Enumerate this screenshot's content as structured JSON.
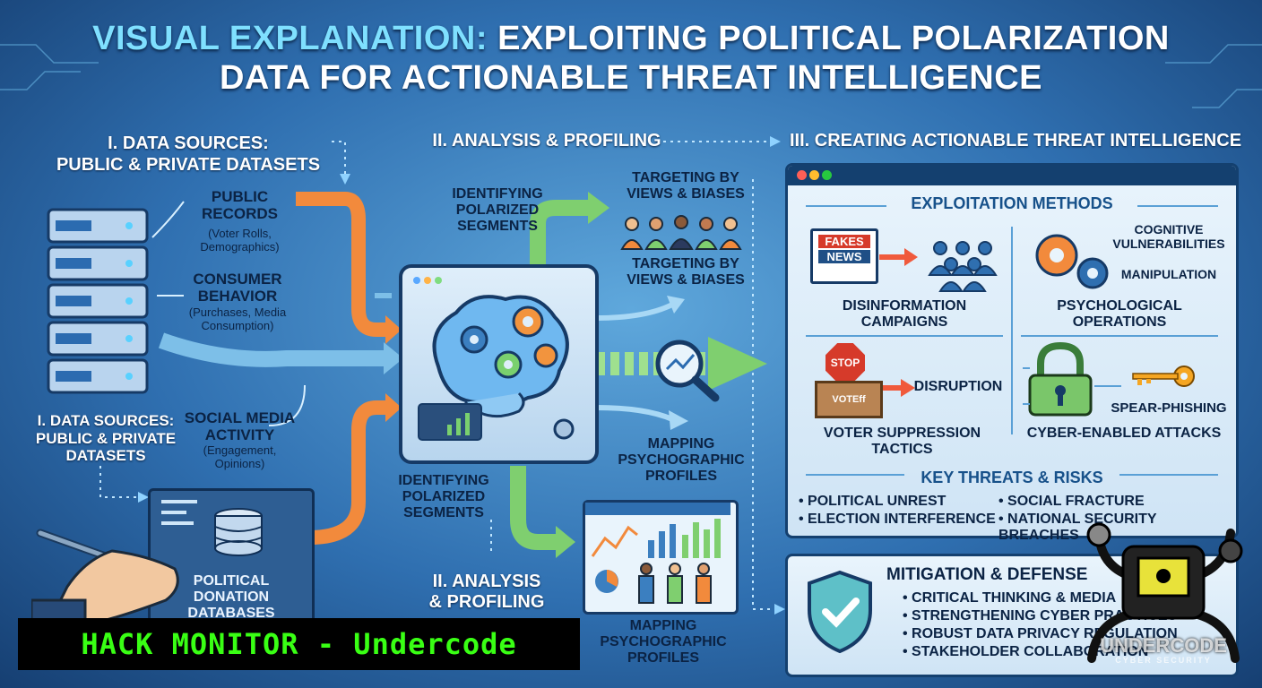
{
  "title": {
    "prefix": "VISUAL EXPLANATION:",
    "line1_rest": " EXPLOITING POLITICAL POLARIZATION",
    "line2": "DATA FOR ACTIONABLE THREAT INTELLIGENCE"
  },
  "sections": {
    "data_sources": "I. DATA SOURCES:\nPUBLIC & PRIVATE DATASETS",
    "data_sources_repeat": "I. DATA SOURCES:\nPUBLIC & PRIVATE\nDATASETS",
    "analysis": "II. ANALYSIS & PROFILING",
    "analysis_repeat": "II. ANALYSIS\n& PROFILING",
    "threat_intel": "III. CREATING ACTIONABLE THREAT INTELLIGENCE"
  },
  "sources": [
    {
      "label": "PUBLIC\nRECORDS",
      "sub": "(Voter Rolls,\nDemographics)"
    },
    {
      "label": "CONSUMER\nBEHAVIOR",
      "sub": "(Purchases, Media\nConsumption)"
    },
    {
      "label": "SOCIAL MEDIA\nACTIVITY",
      "sub": "(Engagement,\nOpinions)"
    },
    {
      "label": "POLITICAL\nDONATION\nDATABASES",
      "sub": ""
    }
  ],
  "analysis_labels": {
    "identifying_top": "IDENTIFYING\nPOLARIZED\nSEGMENTS",
    "identifying_bottom": "IDENTIFYING\nPOLARIZED\nSEGMENTS",
    "targeting_top": "TARGETING BY\nVIEWS & BIASES",
    "targeting_mid": "TARGETING BY\nVIEWS & BIASES",
    "mapping_mid": "MAPPING\nPSYCHOGRAPHIC\nPROFILES",
    "mapping_bottom": "MAPPING\nPSYCHOGRAPHIC\nPROFILES"
  },
  "exploitation": {
    "header": "EXPLOITATION METHODS",
    "fake_news_line1": "FAKES",
    "fake_news_line2": "NEWS",
    "disinformation": "DISINFORMATION\nCAMPAIGNS",
    "cognitive": "COGNITIVE\nVULNERABILITIES",
    "manipulation": "MANIPULATION",
    "psyops": "PSYCHOLOGICAL\nOPERATIONS",
    "stop_sign": "STOP",
    "voter_box": "VOTEff",
    "disruption": "DISRUPTION",
    "voter_suppression": "VOTER SUPPRESSION TACTICS",
    "spear_phishing": "SPEAR-PHISHING",
    "cyber_attacks": "CYBER-ENABLED ATTACKS"
  },
  "threats": {
    "header": "KEY THREATS & RISKS",
    "items": [
      "POLITICAL UNREST",
      "SOCIAL FRACTURE",
      "ELECTION INTERFERENCE",
      "NATIONAL SECURITY BREACHES"
    ]
  },
  "mitigation": {
    "header": "MITIGATION & DEFENSE",
    "items": [
      "CRITICAL THINKING & MEDIA",
      "STRENGTHENING CYBER PRACTICES",
      "ROBUST DATA PRIVACY REGULATION",
      "STAKEHOLDER COLLABORATION"
    ]
  },
  "banner": "HACK MONITOR - Undercode",
  "watermark": {
    "name": "UNDERCODE",
    "tag": "CYBER SECURITY"
  },
  "colors": {
    "bg_dark": "#163f72",
    "bg_light": "#5fa8dc",
    "arrow_orange": "#f28a3c",
    "arrow_blue": "#7dbfe8",
    "arrow_green": "#7fcf6f",
    "banner_green": "#39ff14",
    "panel_navy": "#14406f"
  }
}
